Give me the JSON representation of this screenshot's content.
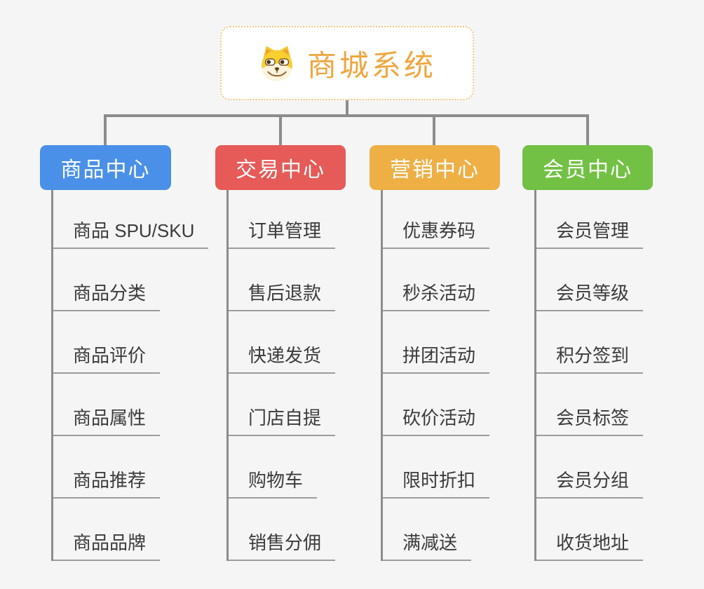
{
  "canvas": {
    "background": "#F5F5F5",
    "connector_color": "#8C8C8C",
    "underline_color": "#9C9C9C"
  },
  "root": {
    "label": "商城系统",
    "icon": "doge-icon",
    "text_color": "#EFA63E",
    "border_color": "#F4C77C",
    "background": "#FFFFFF"
  },
  "branches": [
    {
      "label": "商品中心",
      "color": "#4A90E8",
      "children": [
        "商品 SPU/SKU",
        "商品分类",
        "商品评价",
        "商品属性",
        "商品推荐",
        "商品品牌"
      ]
    },
    {
      "label": "交易中心",
      "color": "#E65A57",
      "children": [
        "订单管理",
        "售后退款",
        "快递发货",
        "门店自提",
        "购物车",
        "销售分佣"
      ]
    },
    {
      "label": "营销中心",
      "color": "#EEAF45",
      "children": [
        "优惠券码",
        "秒杀活动",
        "拼团活动",
        "砍价活动",
        "限时折扣",
        "满减送"
      ]
    },
    {
      "label": "会员中心",
      "color": "#72C144",
      "children": [
        "会员管理",
        "会员等级",
        "积分签到",
        "会员标签",
        "会员分组",
        "收货地址"
      ]
    }
  ]
}
